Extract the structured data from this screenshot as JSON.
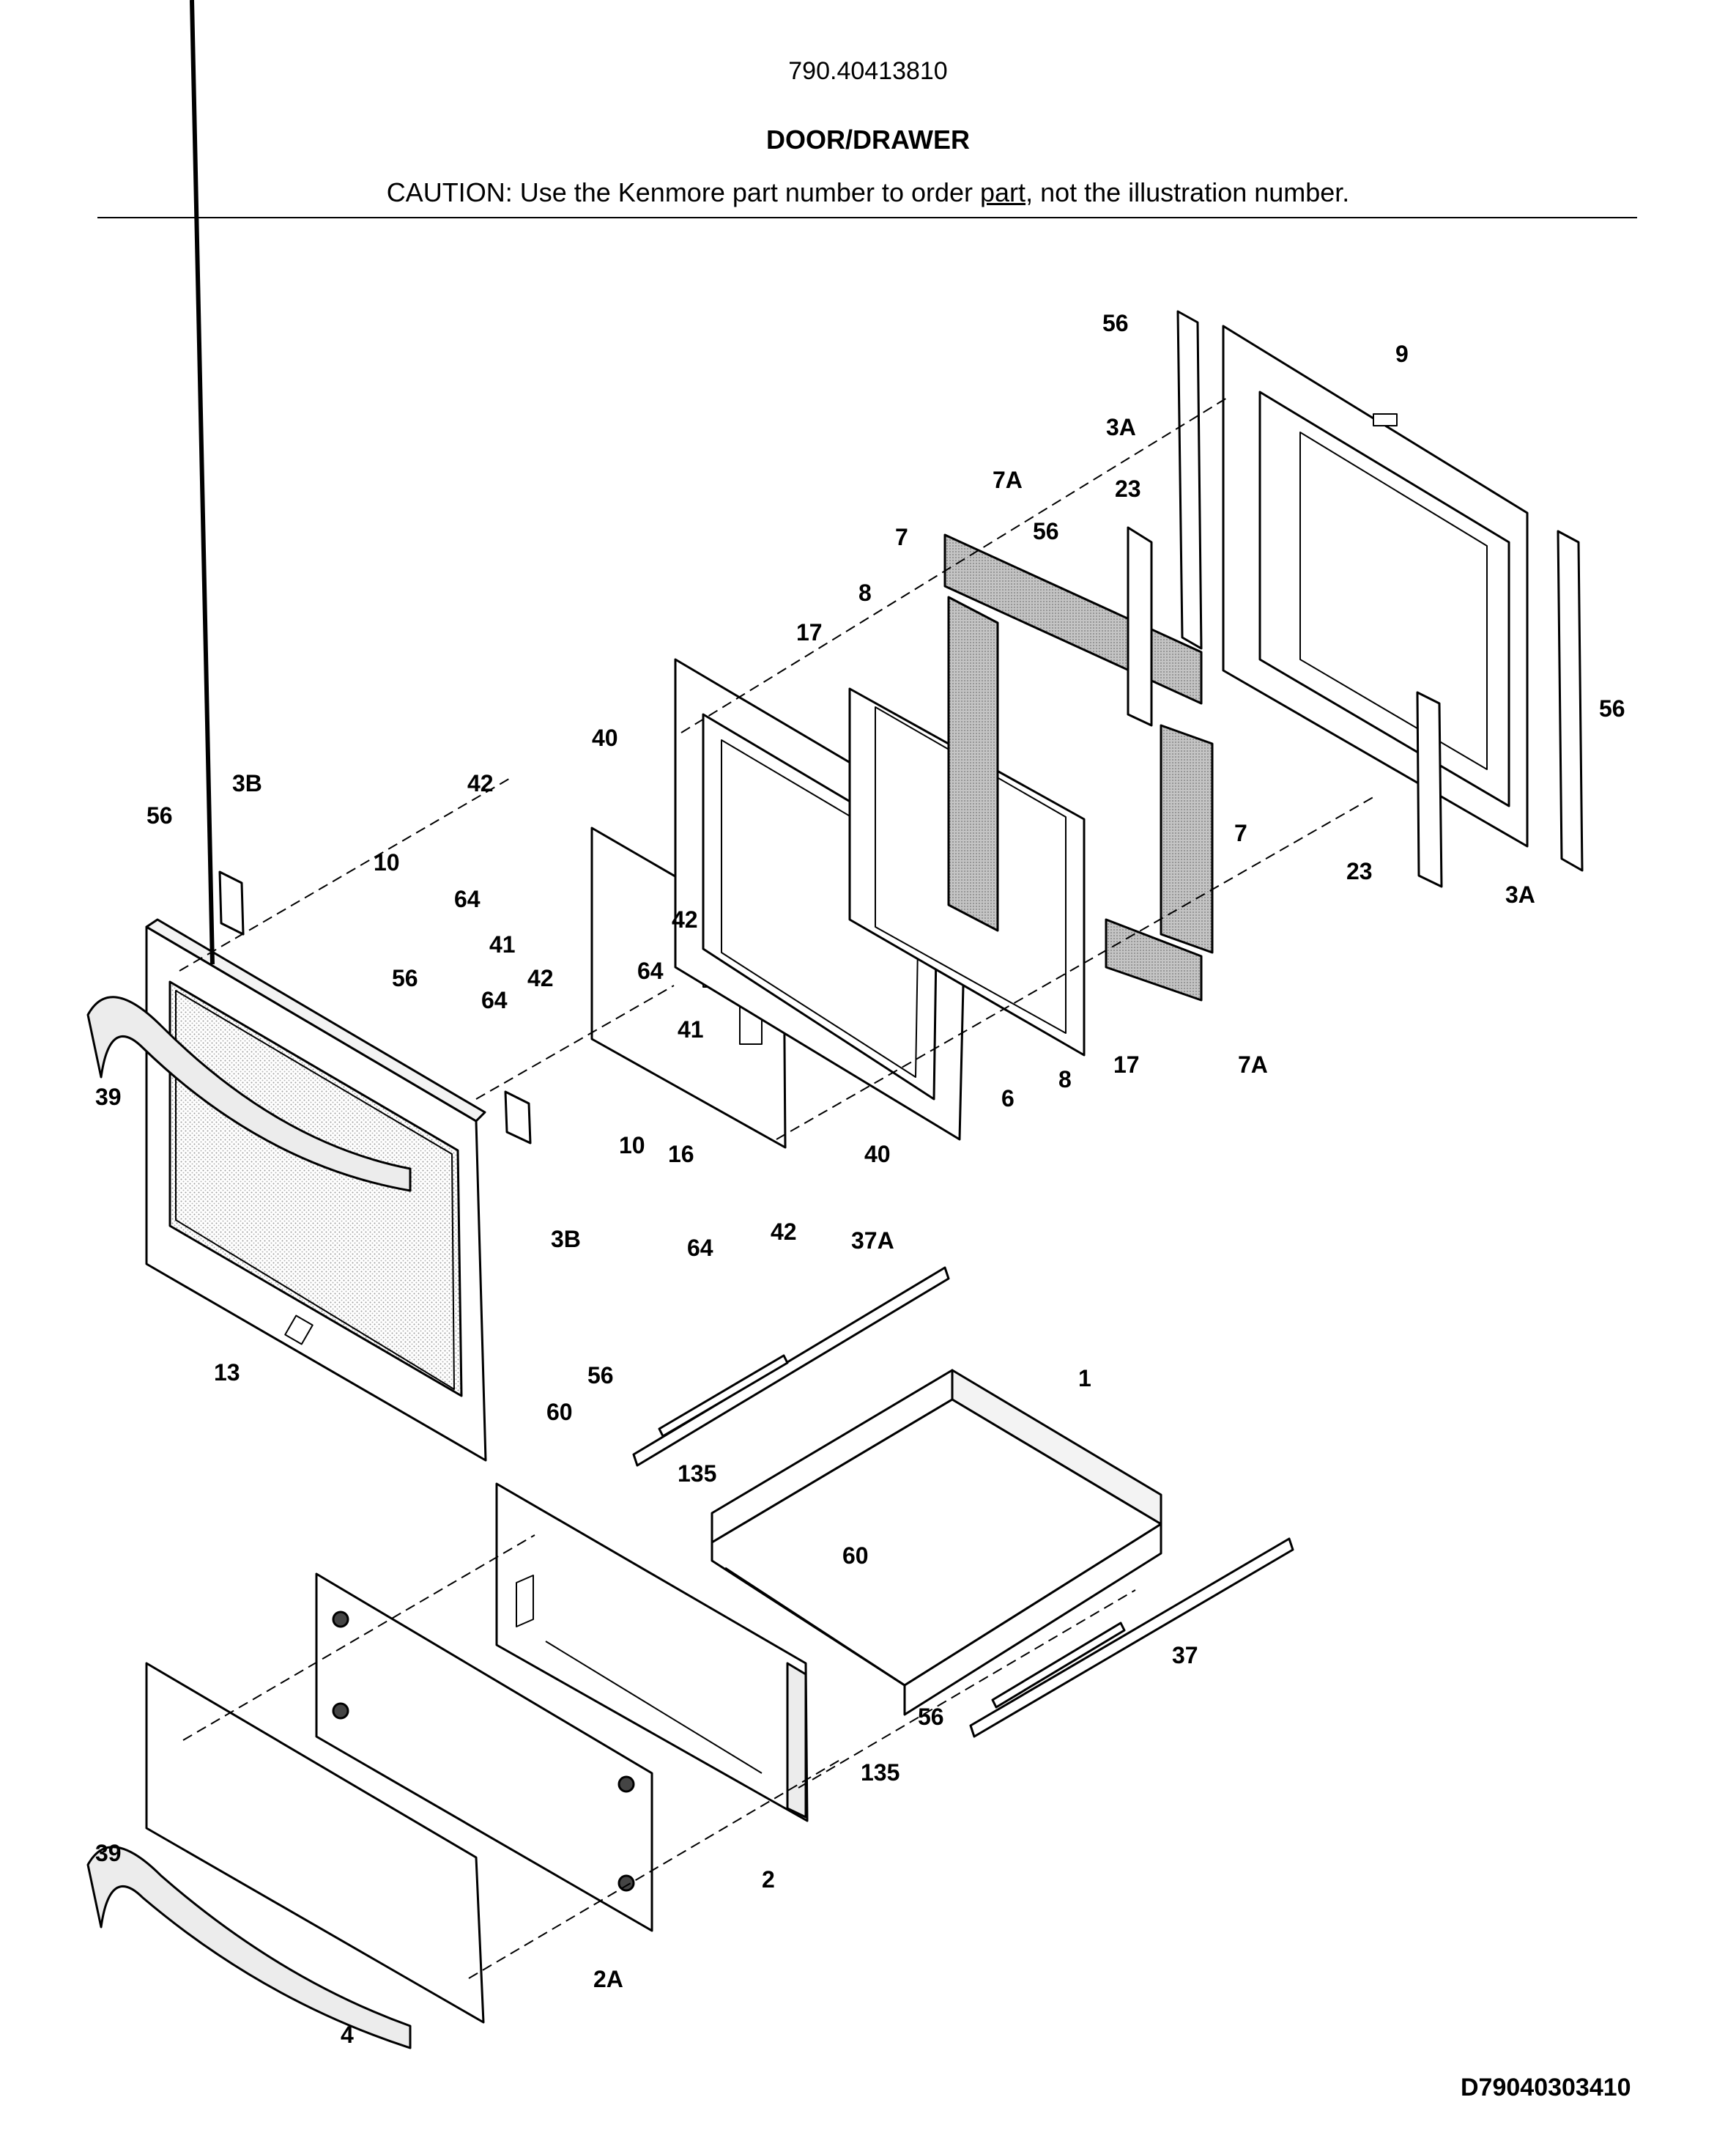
{
  "header": {
    "model_number": "790.40413810",
    "section_title": "DOOR/DRAWER",
    "caution_prefix": "CAUTION: Use the Kenmore part number to order ",
    "caution_link": "part",
    "caution_suffix": ", not the illustration number."
  },
  "drawing_code": "D79040303410",
  "callouts": [
    "56",
    "9",
    "3A",
    "7A",
    "23",
    "56",
    "7",
    "8",
    "17",
    "56",
    "40",
    "3B",
    "42",
    "56",
    "10",
    "64",
    "7",
    "23",
    "3A",
    "41",
    "42",
    "64",
    "56",
    "42",
    "64",
    "41",
    "17",
    "7A",
    "8",
    "39",
    "6",
    "10",
    "16",
    "40",
    "3B",
    "42",
    "64",
    "37A",
    "13",
    "56",
    "1",
    "60",
    "135",
    "60",
    "37",
    "56",
    "135",
    "39",
    "2",
    "2A",
    "4"
  ],
  "colors": {
    "line": "#000000",
    "background": "#ffffff",
    "gasket": "#c4c4c4"
  }
}
